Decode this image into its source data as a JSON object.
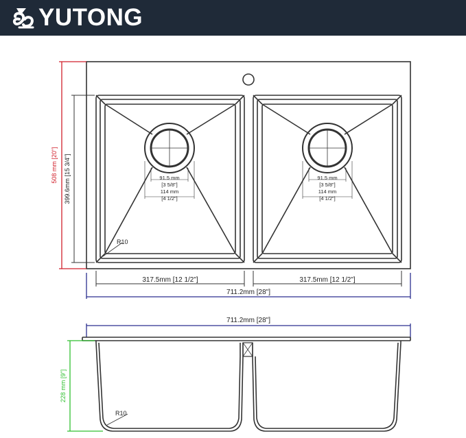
{
  "header": {
    "brand": "YUTONG",
    "logo_icon": "yutong-logo-icon",
    "background": "#1f2a38"
  },
  "colors": {
    "line": "#333333",
    "height_dim": "#d11f2a",
    "width_dim": "#2b2f8f",
    "depth_dim": "#2fbf2f"
  },
  "top_view": {
    "overall_height": "508 mm [20\"]",
    "bowl_height": "399.6mm [15  3/4\"]",
    "left_bowl_width": "317.5mm [12 1/2\"]",
    "right_bowl_width": "317.5mm [12 1/2\"]",
    "overall_width": "711.2mm [28\"]",
    "corner_radius": "R10",
    "drain_inner_mm": "91.5 mm",
    "drain_inner_in": "[3  5/8\"]",
    "drain_outer_mm": "114 mm",
    "drain_outer_in": "[4  1/2\"]"
  },
  "side_view": {
    "overall_width": "711.2mm [28\"]",
    "depth": "228 mm [9\"]",
    "corner_radius": "R10"
  }
}
